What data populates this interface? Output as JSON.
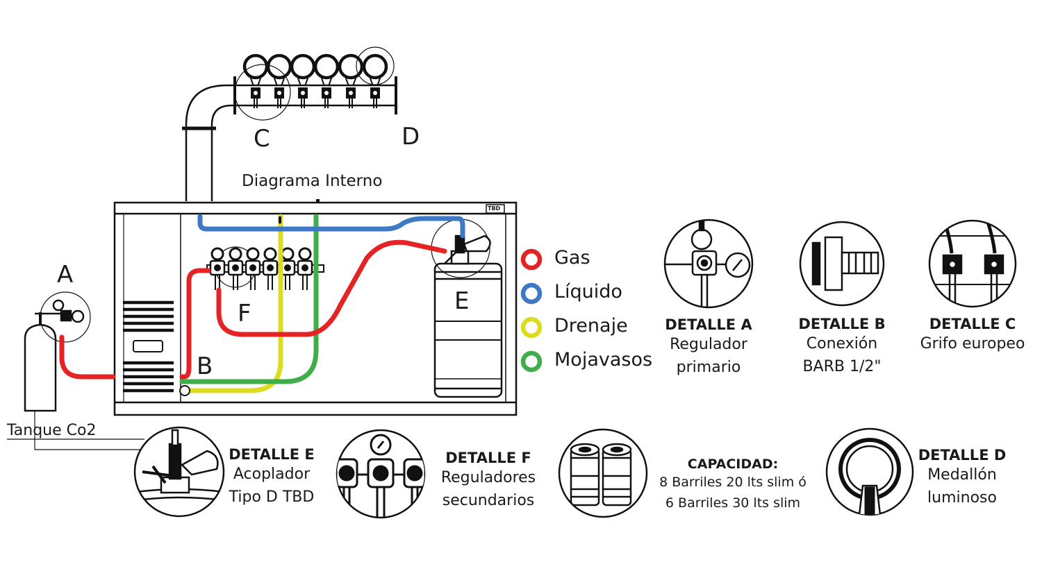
{
  "title": "Diagrama Interno",
  "logo_text": "TBD",
  "labels": {
    "a": "A",
    "b": "B",
    "c": "C",
    "d": "D",
    "e": "E",
    "f": "F",
    "tank": "Tanque Co2"
  },
  "legend": [
    {
      "label": "Gas",
      "color": "#e42325"
    },
    {
      "label": "Líquido",
      "color": "#3d79c4"
    },
    {
      "label": "Drenaje",
      "color": "#dedb23"
    },
    {
      "label": "Mojavasos",
      "color": "#3fae49"
    }
  ],
  "details": {
    "a": {
      "title": "DETALLE A",
      "line1": "Regulador",
      "line2": "primario"
    },
    "b": {
      "title": "DETALLE B",
      "line1": "Conexión",
      "line2": "BARB 1/2\""
    },
    "c": {
      "title": "DETALLE C",
      "line1": "Grifo europeo"
    },
    "e": {
      "title": "DETALLE E",
      "line1": "Acoplador",
      "line2": "Tipo D TBD"
    },
    "f": {
      "title": "DETALLE F",
      "line1": "Reguladores",
      "line2": "secundarios"
    },
    "capacity": {
      "title": "CAPACIDAD:",
      "line1": "8 Barriles 20 lts slim ó",
      "line2": "6 Barriles 30 lts slim"
    },
    "d": {
      "title": "DETALLE D",
      "line1": "Medallón",
      "line2": "luminoso"
    }
  }
}
